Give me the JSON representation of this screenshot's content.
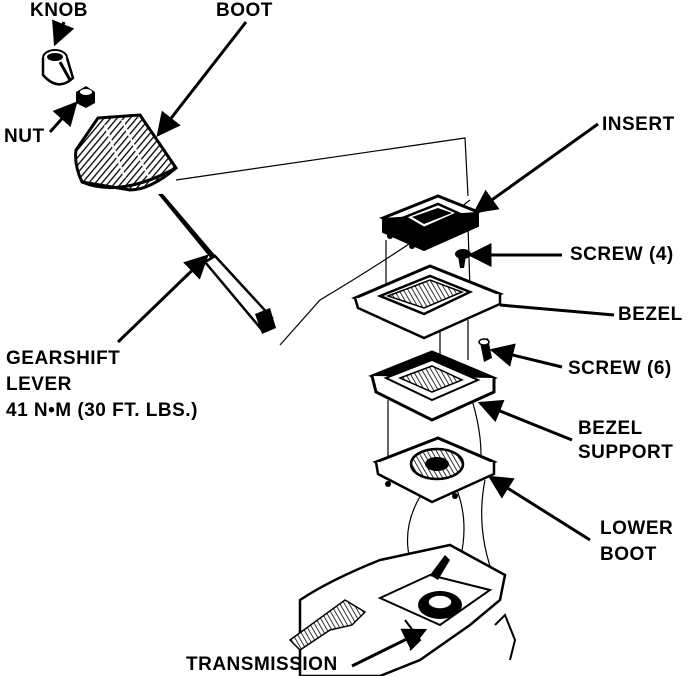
{
  "labels": {
    "knob": "KNOB",
    "boot": "BOOT",
    "nut": "NUT",
    "insert": "INSERT",
    "screw4": "SCREW (4)",
    "bezel": "BEZEL",
    "screw6": "SCREW (6)",
    "gearshift_line1": "GEARSHIFT",
    "gearshift_line2": "LEVER",
    "gearshift_line3": "41 N•M (30 FT. LBS.)",
    "bezel_support_line1": "BEZEL",
    "bezel_support_line2": "SUPPORT",
    "lower_boot_line1": "LOWER",
    "lower_boot_line2": "BOOT",
    "transmission": "TRANSMISSION"
  },
  "colors": {
    "ink": "#000000",
    "paper": "#ffffff"
  }
}
